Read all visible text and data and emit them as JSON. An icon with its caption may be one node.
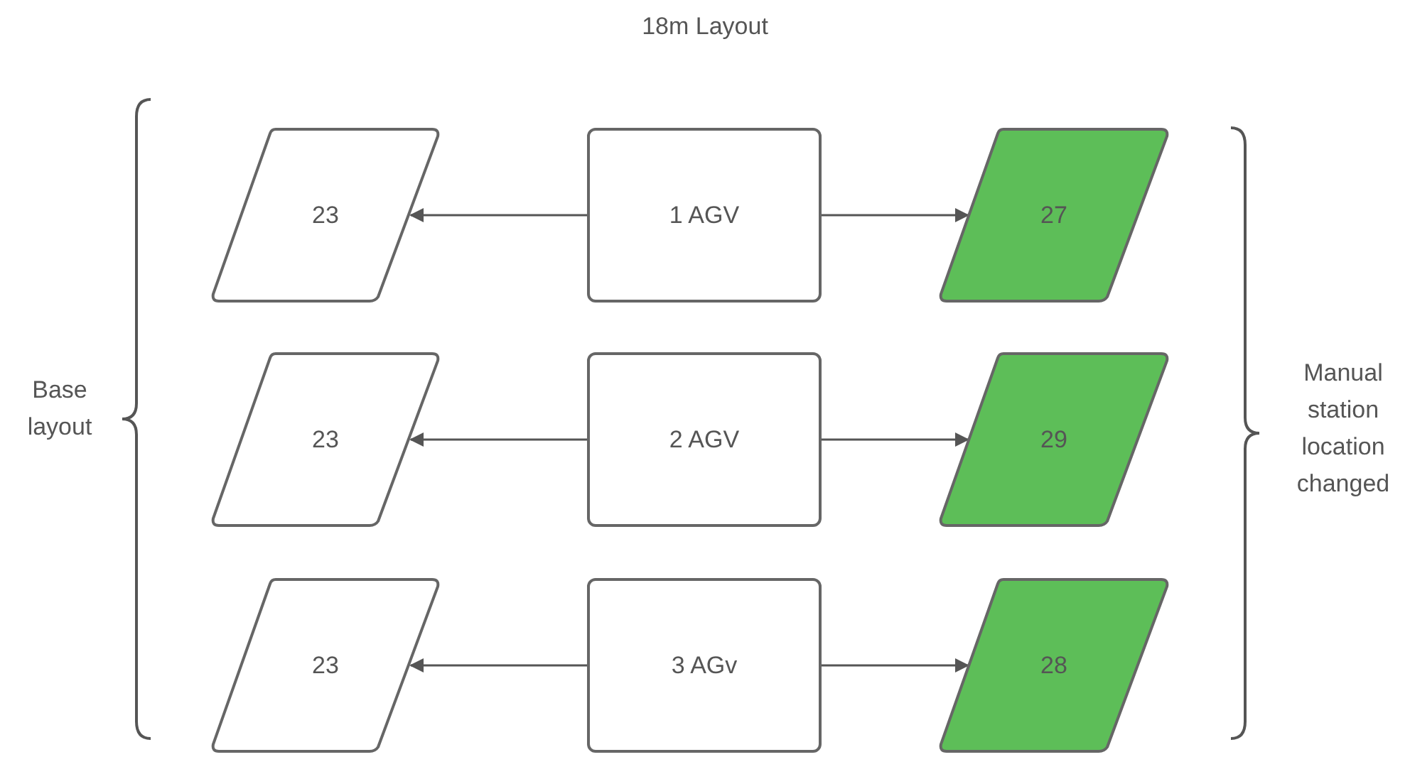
{
  "diagram": {
    "title": "18m Layout",
    "nodes": [
      {
        "text": [
          "23"
        ]
      },
      {
        "text": [
          "1 AGV"
        ]
      },
      {
        "text": [
          "27"
        ]
      },
      {
        "text": [
          "23"
        ]
      },
      {
        "text": [
          "2 AGV"
        ]
      },
      {
        "text": [
          "29"
        ]
      },
      {
        "text": [
          "23"
        ]
      },
      {
        "text": [
          "3 AGv"
        ]
      },
      {
        "text": [
          "28"
        ]
      }
    ],
    "edges": [
      {
        "from": 1,
        "to": 0,
        "arrow": "to"
      },
      {
        "from": 1,
        "to": 2,
        "arrow": "to"
      },
      {
        "from": 4,
        "to": 3,
        "arrow": "to"
      },
      {
        "from": 4,
        "to": 5,
        "arrow": "to"
      },
      {
        "from": 7,
        "to": 6,
        "arrow": "to"
      },
      {
        "from": 7,
        "to": 8,
        "arrow": "to"
      }
    ],
    "labels": [
      "Base layout",
      "Manual station location changed"
    ]
  }
}
